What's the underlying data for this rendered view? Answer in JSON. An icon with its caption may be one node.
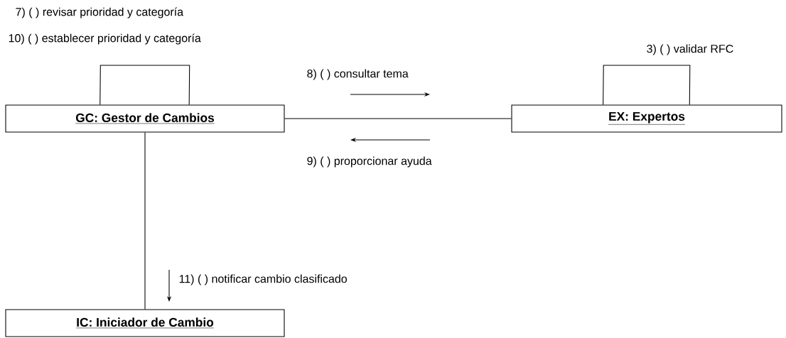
{
  "diagram": {
    "nodes": [
      {
        "text": [
          "GC: Gestor de Cambios"
        ]
      },
      {
        "text": [
          "EX: Expertos"
        ]
      },
      {
        "text": [
          "IC: Iniciador de Cambio"
        ]
      }
    ],
    "edges": [
      {
        "from": 0,
        "to": 1,
        "arrow": "none"
      },
      {
        "from": 0,
        "to": 2,
        "arrow": "none"
      },
      {
        "from": 0,
        "to": 0,
        "arrow": "none"
      },
      {
        "from": 1,
        "to": 1,
        "arrow": "none"
      }
    ],
    "labels": [
      "7)  ( ) revisar prioridad y categoría",
      "10) ( ) establecer prioridad y categoría",
      "3)  ( ) validar RFC",
      "8)  ( ) consultar tema",
      "9)  ( ) proporcionar ayuda",
      "11) ( ) notificar cambio clasificado"
    ]
  }
}
